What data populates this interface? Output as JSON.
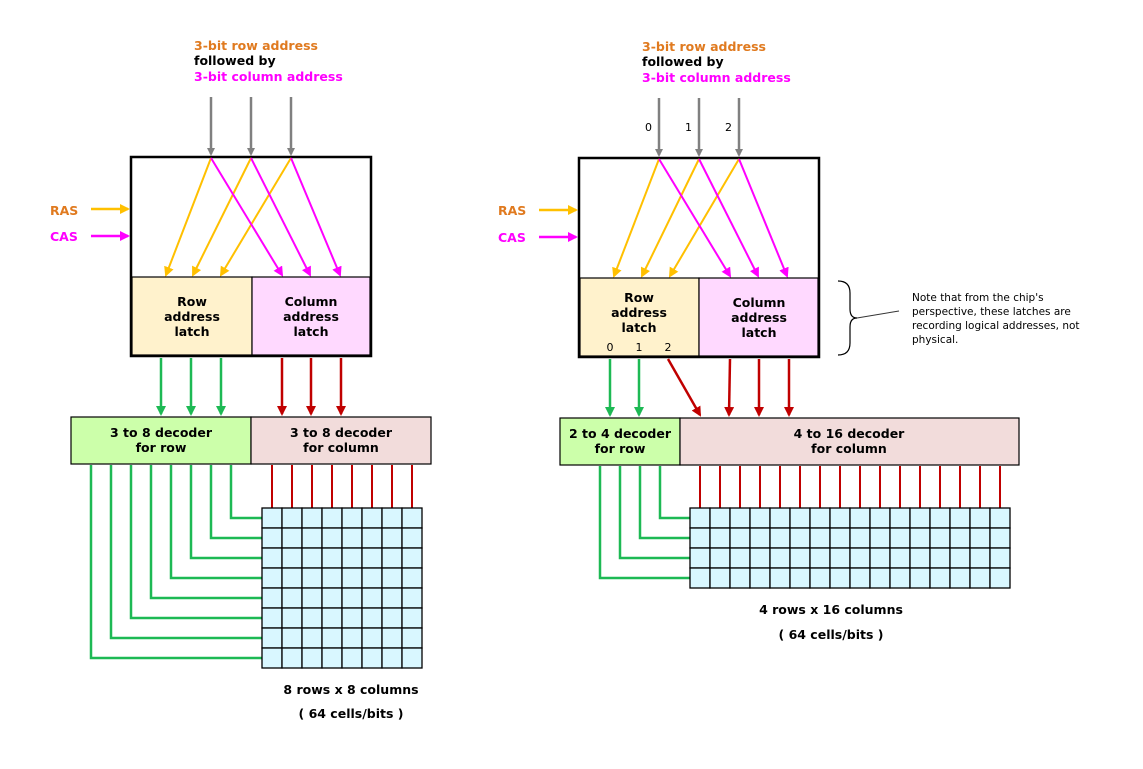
{
  "colors": {
    "row_text": "#e07a1f",
    "col_text": "#ff00ff",
    "gray_arrow": "#808080",
    "ras_arrow": "#ffc000",
    "cas_arrow": "#ff00ff",
    "row_wire": "#1db954",
    "col_wire": "#c00000",
    "row_latch_fill": "#fff2cc",
    "col_latch_fill": "#ffd9ff",
    "row_decoder_fill": "#ccffaa",
    "col_decoder_fill": "#f2dcdb",
    "cell_fill": "#d9f7ff"
  },
  "left": {
    "header": {
      "line1": "3-bit row address",
      "line2": "followed by",
      "line3": "3-bit column address"
    },
    "ras_label": "RAS",
    "cas_label": "CAS",
    "row_latch": [
      "Row",
      "address",
      "latch"
    ],
    "col_latch": [
      "Column",
      "address",
      "latch"
    ],
    "row_decoder": [
      "3 to 8 decoder",
      "for row"
    ],
    "col_decoder": [
      "3 to 8 decoder",
      "for column"
    ],
    "grid": {
      "rows": 8,
      "cols": 8
    },
    "caption1": "8 rows x 8 columns",
    "caption2": "( 64 cells/bits )"
  },
  "right": {
    "header": {
      "line1": "3-bit row address",
      "line2": "followed by",
      "line3": "3-bit column address"
    },
    "bit_labels": [
      "0",
      "1",
      "2"
    ],
    "ras_label": "RAS",
    "cas_label": "CAS",
    "row_latch": [
      "Row",
      "address",
      "latch"
    ],
    "row_latch_bits": [
      "0",
      "1",
      "2"
    ],
    "col_latch": [
      "Column",
      "address",
      "latch"
    ],
    "row_decoder": [
      "2 to 4 decoder",
      "for row"
    ],
    "col_decoder": [
      "4 to 16 decoder",
      "for column"
    ],
    "grid": {
      "rows": 4,
      "cols": 16
    },
    "caption1": "4 rows x 16 columns",
    "caption2": "( 64 cells/bits )",
    "note": [
      "Note that from the chip's",
      "perspective, these latches are",
      "recording logical addresses, not",
      "physical."
    ]
  }
}
